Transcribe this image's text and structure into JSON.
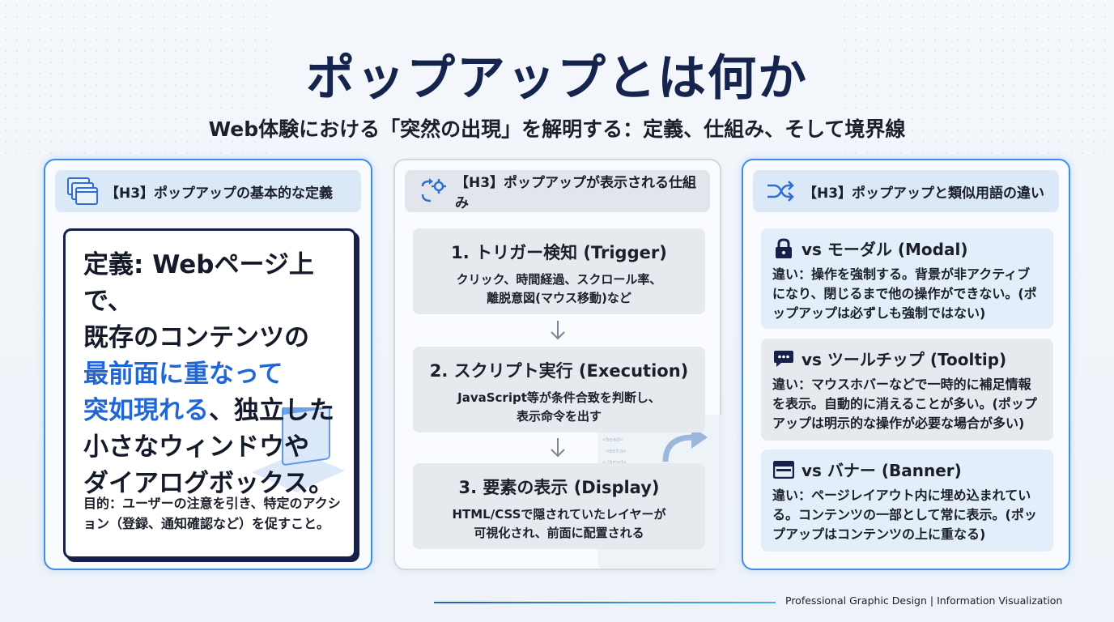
{
  "title": "ポップアップとは何か",
  "subtitle": "Web体験における「突然の出現」を解明する：定義、仕組み、そして境界線",
  "panels": {
    "definition": {
      "header": "【H3】ポップアップの基本的な定義",
      "line1": "定義: Webページ上で、",
      "line2": "既存のコンテンツの",
      "line3": "最前面に重なって",
      "line4_hl": "突如現れる",
      "line4_rest": "、独立した",
      "line5": "小さなウィンドウや",
      "line6": "ダイアログボックス。",
      "purpose": "目的：ユーザーの注意を引き、特定のアクション（登録、通知確認など）を促すこと。"
    },
    "mechanism": {
      "header": "【H3】ポップアップが表示される仕組み",
      "steps": [
        {
          "title": "1. トリガー検知 (Trigger)",
          "desc1": "クリック、時間経過、スクロール率、",
          "desc2": "離脱意図(マウス移動)など"
        },
        {
          "title": "2. スクリプト実行 (Execution)",
          "desc1": "JavaScript等が条件合致を判断し、",
          "desc2": "表示命令を出す"
        },
        {
          "title": "3. 要素の表示 (Display)",
          "desc1": "HTML/CSSで隠されていたレイヤーが",
          "desc2": "可視化され、前面に配置される"
        }
      ]
    },
    "comparison": {
      "header": "【H3】ポップアップと類似用語の違い",
      "items": [
        {
          "icon": "lock-icon",
          "title": "vs モーダル (Modal)",
          "desc": "違い：操作を強制する。背景が非アクティブになり、閉じるまで他の操作ができない。(ポップアップは必ずしも強制ではない)"
        },
        {
          "icon": "chat-bubble-icon",
          "title": "vs ツールチップ (Tooltip)",
          "desc": "違い：マウスホバーなどで一時的に補足情報を表示。自動的に消えることが多い。(ポップアップは明示的な操作が必要な場合が多い)"
        },
        {
          "icon": "banner-window-icon",
          "title": "vs バナー (Banner)",
          "desc": "違い：ページレイアウト内に埋め込まれている。コンテンツの一部として常に表示。(ポップアップはコンテンツの上に重なる)"
        }
      ]
    }
  },
  "footer": "Professional Graphic Design | Information Visualization",
  "colors": {
    "title": "#14244d",
    "accent": "#2066d4",
    "border": "#3d8de8"
  }
}
